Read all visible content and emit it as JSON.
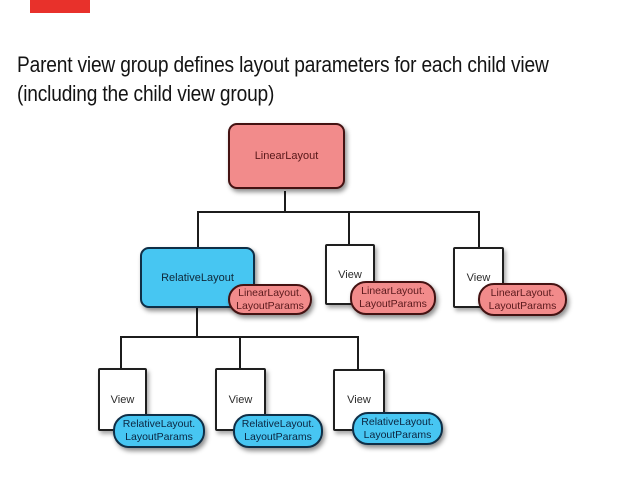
{
  "slide": {
    "title_line1": "Parent view group defines layout parameters for each child view",
    "title_line2": "(including the child view group)"
  },
  "colors": {
    "marker_red": "#e8312b",
    "salmon_fill": "#f28b8b",
    "salmon_border": "#441212",
    "blue_fill": "#47c6f2",
    "blue_border": "#0f2f47",
    "connector": "#1c1c1c"
  },
  "tree": {
    "root": {
      "label": "LinearLayout"
    },
    "middle_row": [
      {
        "label": "RelativeLayout",
        "badge_line1": "LinearLayout.",
        "badge_line2": "LayoutParams"
      },
      {
        "label": "View",
        "badge_line1": "LinearLayout.",
        "badge_line2": "LayoutParams"
      },
      {
        "label": "View",
        "badge_line1": "LinearLayout.",
        "badge_line2": "LayoutParams"
      }
    ],
    "bottom_row": [
      {
        "label": "View",
        "badge_line1": "RelativeLayout.",
        "badge_line2": "LayoutParams"
      },
      {
        "label": "View",
        "badge_line1": "RelativeLayout.",
        "badge_line2": "LayoutParams"
      },
      {
        "label": "View",
        "badge_line1": "RelativeLayout.",
        "badge_line2": "LayoutParams"
      }
    ]
  }
}
